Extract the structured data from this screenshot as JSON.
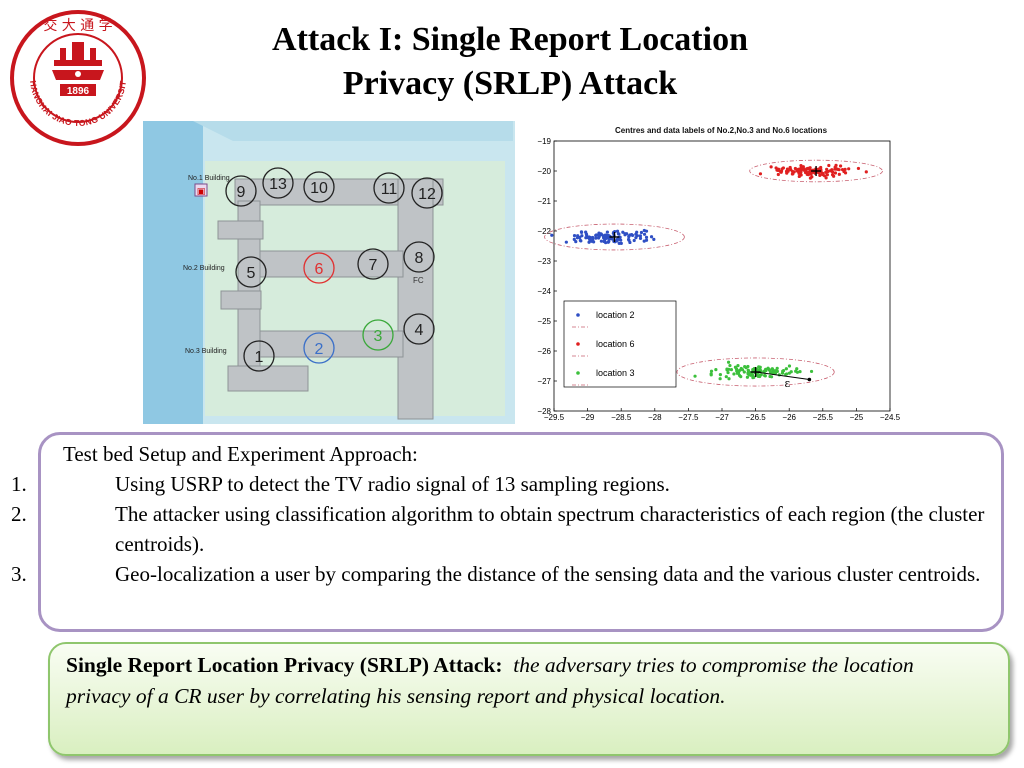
{
  "slide": {
    "title_line1": "Attack I: Single Report Location",
    "title_line2": "Privacy (SRLP) Attack"
  },
  "logo": {
    "top_chars": "交 大 通 学",
    "ring_text": "SHANGHAI JIAO TONG UNIVERSITY",
    "year": "1896",
    "color": "#c8161d"
  },
  "campus_map": {
    "buildings": [
      {
        "label": "No.1 Building"
      },
      {
        "label": "No.2 Building"
      },
      {
        "label": "No.3 Building"
      }
    ],
    "fc_label": "FC",
    "regions": [
      {
        "num": "9",
        "color": "#222222"
      },
      {
        "num": "13",
        "color": "#222222"
      },
      {
        "num": "10",
        "color": "#222222"
      },
      {
        "num": "11",
        "color": "#222222"
      },
      {
        "num": "12",
        "color": "#222222"
      },
      {
        "num": "5",
        "color": "#222222"
      },
      {
        "num": "6",
        "color": "#e03030"
      },
      {
        "num": "7",
        "color": "#222222"
      },
      {
        "num": "8",
        "color": "#222222"
      },
      {
        "num": "4",
        "color": "#222222"
      },
      {
        "num": "3",
        "color": "#3aa83a"
      },
      {
        "num": "1",
        "color": "#222222"
      },
      {
        "num": "2",
        "color": "#3a6fc8"
      }
    ]
  },
  "chart_data": {
    "type": "scatter",
    "title": "Centres and data labels of No.2,No.3 and No.6 locations",
    "xlim": [
      -29.5,
      -24.5
    ],
    "ylim": [
      -28,
      -19
    ],
    "xticks": [
      -29.5,
      -29,
      -28.5,
      -28,
      -27.5,
      -27,
      -26.5,
      -26,
      -25.5,
      -25,
      -24.5
    ],
    "yticks": [
      -19,
      -20,
      -21,
      -22,
      -23,
      -24,
      -25,
      -26,
      -27,
      -28
    ],
    "legend_position": "bottom-left",
    "series": [
      {
        "name": "location 2",
        "color": "#2f4fc4",
        "center": [
          -28.6,
          -22.2
        ],
        "spread": [
          0.4,
          0.12
        ]
      },
      {
        "name": "location 6",
        "color": "#e02020",
        "center": [
          -25.6,
          -20.0
        ],
        "spread": [
          0.38,
          0.1
        ]
      },
      {
        "name": "location 3",
        "color": "#3cc03c",
        "center": [
          -26.5,
          -26.7
        ],
        "spread": [
          0.45,
          0.13
        ]
      }
    ],
    "annotation": "ε",
    "grid": false
  },
  "box1": {
    "heading": "Test bed Setup and Experiment Approach:",
    "items": [
      {
        "num": "1.",
        "text": "Using USRP to detect the TV radio signal of 13 sampling regions."
      },
      {
        "num": "2.",
        "text": "The attacker using classification algorithm to obtain spectrum characteristics of each region (the cluster centroids)."
      },
      {
        "num": "3.",
        "text": "Geo-localization a user by comparing the distance of the sensing data and the various cluster centroids."
      }
    ]
  },
  "box2": {
    "bold": "Single Report Location Privacy (SRLP) Attack:",
    "italic": "the adversary tries to compromise the location privacy of a CR user by correlating his sensing report and physical location."
  }
}
